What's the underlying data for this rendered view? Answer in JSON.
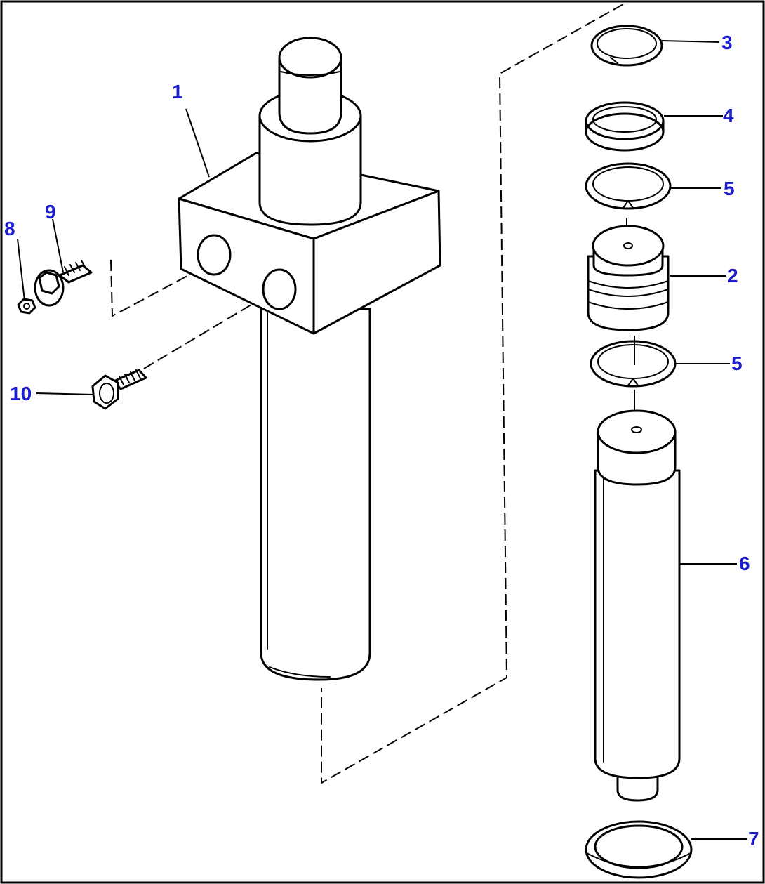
{
  "callouts": [
    {
      "id": "1",
      "label": "1"
    },
    {
      "id": "2",
      "label": "2"
    },
    {
      "id": "3",
      "label": "3"
    },
    {
      "id": "4",
      "label": "4"
    },
    {
      "id": "5a",
      "label": "5"
    },
    {
      "id": "5b",
      "label": "5"
    },
    {
      "id": "6",
      "label": "6"
    },
    {
      "id": "7",
      "label": "7"
    },
    {
      "id": "8",
      "label": "8"
    },
    {
      "id": "9",
      "label": "9"
    },
    {
      "id": "10",
      "label": "10"
    }
  ],
  "colors": {
    "callout_text": "#1c1ccf",
    "line": "#000000",
    "background": "#ffffff"
  }
}
